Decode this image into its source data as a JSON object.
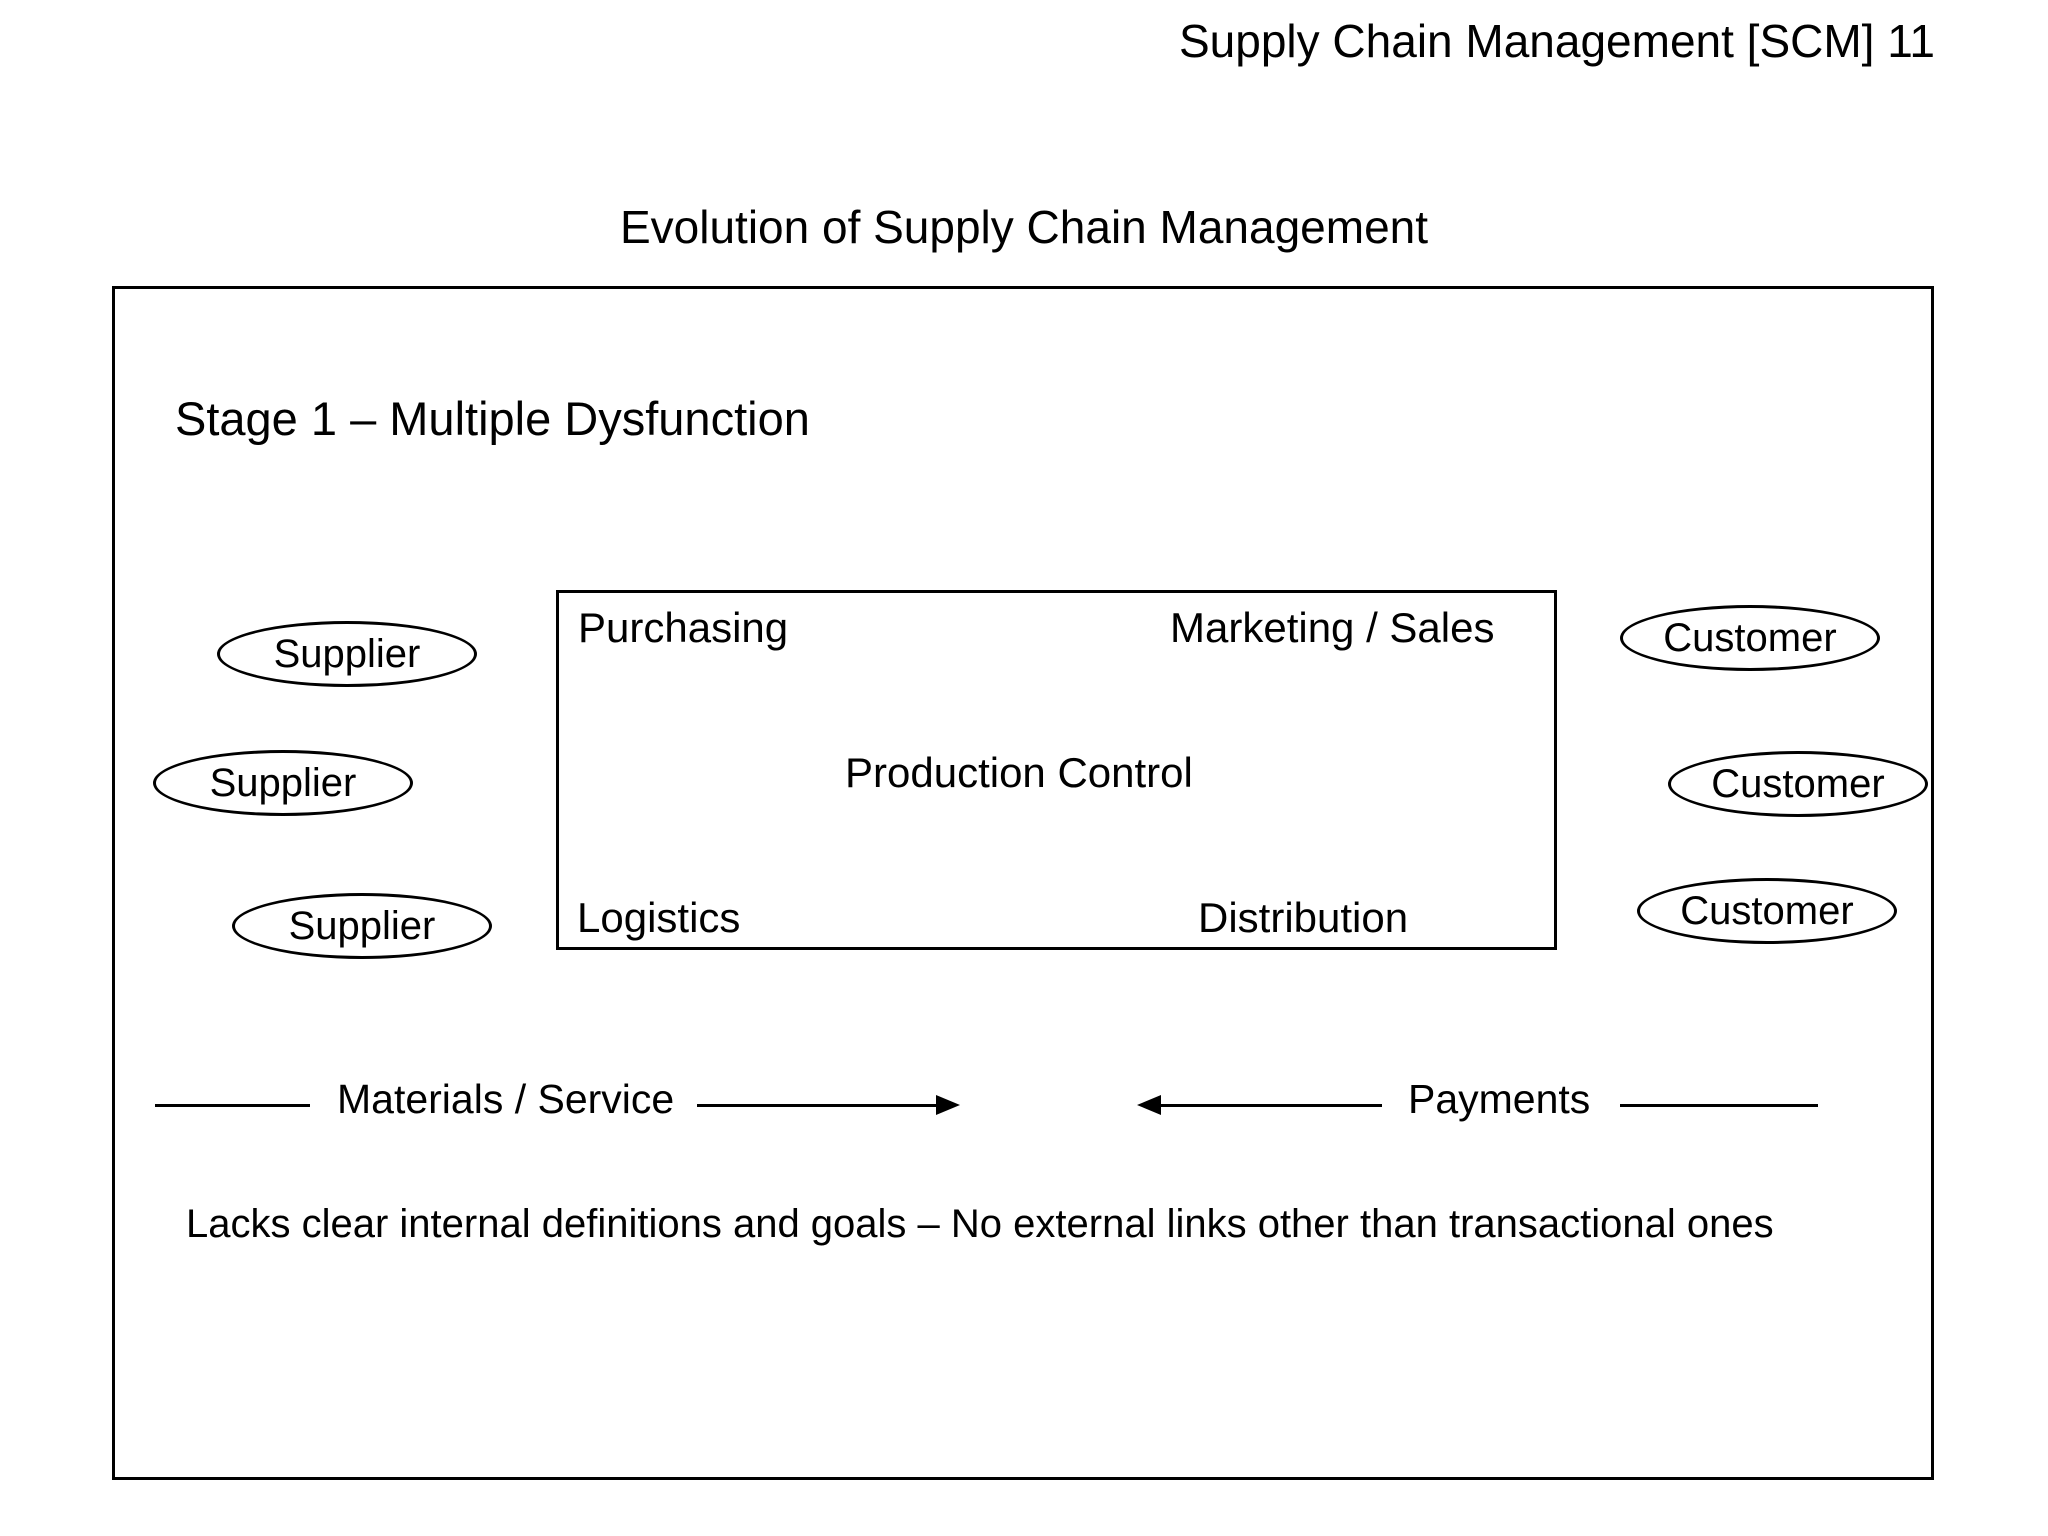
{
  "page": {
    "header": "Supply Chain Management [SCM] 11",
    "title": "Evolution of Supply Chain Management"
  },
  "diagram": {
    "stage_heading": "Stage 1 – Multiple Dysfunction",
    "suppliers": [
      "Supplier",
      "Supplier",
      "Supplier"
    ],
    "customers": [
      "Customer",
      "Customer",
      "Customer"
    ],
    "departments": {
      "purchasing": "Purchasing",
      "marketing_sales": "Marketing / Sales",
      "production_control": "Production Control",
      "logistics": "Logistics",
      "distribution": "Distribution"
    },
    "flows": {
      "materials": "Materials / Service",
      "payments": "Payments"
    },
    "footnote": "Lacks clear internal definitions and goals – No external links other than transactional ones"
  },
  "colors": {
    "ink": "#000000",
    "background": "#ffffff"
  }
}
